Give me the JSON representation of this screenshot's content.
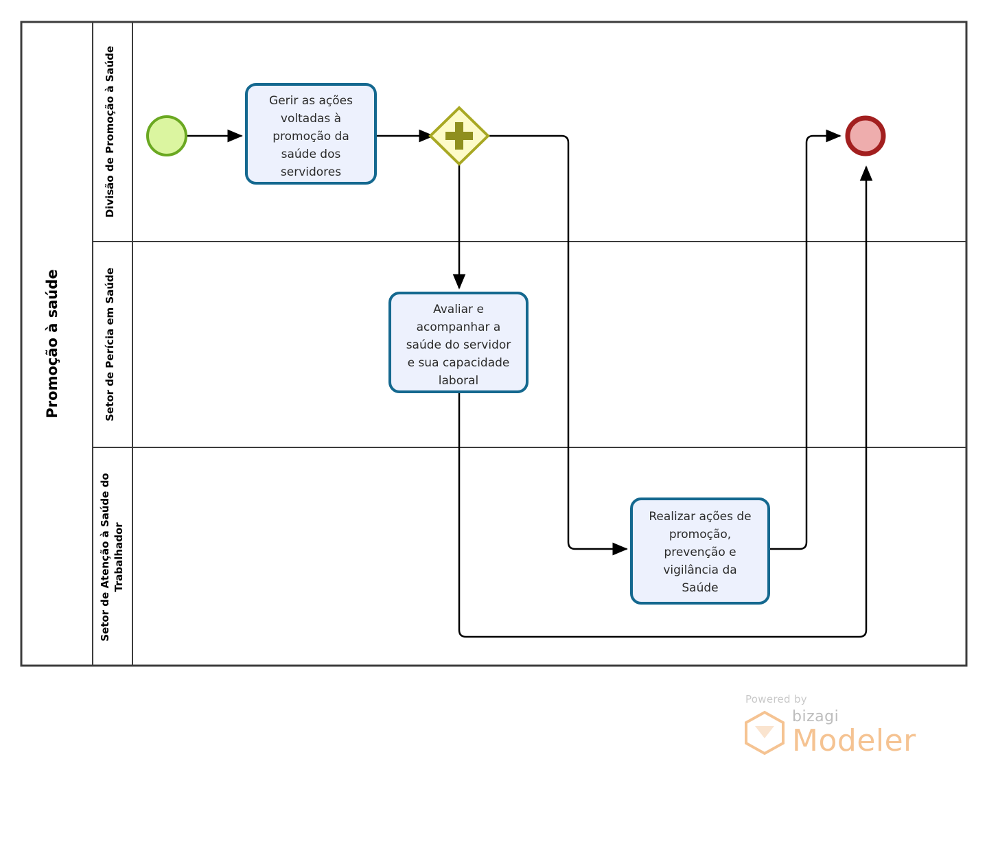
{
  "diagram": {
    "type": "bpmn-process-diagram",
    "pool": {
      "title": "Promoção à saúde",
      "lanes": [
        {
          "id": "lane-1",
          "label": "Divisão de Promoção à Saúde"
        },
        {
          "id": "lane-2",
          "label": "Setor de Perícia em Saúde"
        },
        {
          "id": "lane-3",
          "label": "Setor de Atenção à Saúde do Trabalhador"
        }
      ]
    },
    "nodes": [
      {
        "id": "start-event",
        "kind": "start-event",
        "lane": "lane-1",
        "label": "",
        "fill": "#dbf5a0",
        "stroke": "#6aa821"
      },
      {
        "id": "task-gerir",
        "kind": "task",
        "lane": "lane-1",
        "label": "Gerir as ações voltadas à promoção da saúde dos servidores",
        "lines": [
          "Gerir as ações",
          "voltadas à",
          "promoção da",
          "saúde dos",
          "servidores"
        ],
        "fill": "#edf1fd",
        "stroke": "#14688f"
      },
      {
        "id": "gateway-parallel",
        "kind": "parallel-gateway",
        "lane": "lane-1",
        "label": "",
        "fill": "#fdfbc8",
        "stroke": "#a8a823"
      },
      {
        "id": "task-avaliar",
        "kind": "task",
        "lane": "lane-2",
        "label": "Avaliar e acompanhar a saúde do servidor e sua capacidade laboral",
        "lines": [
          "Avaliar e",
          "acompanhar a",
          "saúde do servidor",
          "e sua capacidade",
          "laboral"
        ],
        "fill": "#edf1fd",
        "stroke": "#14688f"
      },
      {
        "id": "task-realizar",
        "kind": "task",
        "lane": "lane-3",
        "label": "Realizar ações de promoção, prevenção e vigilância da Saúde",
        "lines": [
          "Realizar ações de",
          "promoção,",
          "prevenção e",
          "vigilância da",
          "Saúde"
        ],
        "fill": "#edf1fd",
        "stroke": "#14688f"
      },
      {
        "id": "end-event",
        "kind": "end-event",
        "lane": "lane-1",
        "label": "",
        "fill": "#eeadad",
        "stroke": "#a21f1f"
      }
    ],
    "flows": [
      {
        "id": "flow-start-gerir",
        "from": "start-event",
        "to": "task-gerir",
        "label": ""
      },
      {
        "id": "flow-gerir-gateway",
        "from": "task-gerir",
        "to": "gateway-parallel",
        "label": ""
      },
      {
        "id": "flow-gateway-avaliar",
        "from": "gateway-parallel",
        "to": "task-avaliar",
        "label": ""
      },
      {
        "id": "flow-gateway-realizar",
        "from": "gateway-parallel",
        "to": "task-realizar",
        "label": ""
      },
      {
        "id": "flow-realizar-end",
        "from": "task-realizar",
        "to": "end-event",
        "label": ""
      },
      {
        "id": "flow-avaliar-end",
        "from": "task-avaliar",
        "to": "end-event",
        "label": ""
      }
    ]
  },
  "branding": {
    "powered_by": "Powered by",
    "product_prefix": "bizagi",
    "product_name": "Modeler",
    "accent_color": "#f5c392"
  }
}
